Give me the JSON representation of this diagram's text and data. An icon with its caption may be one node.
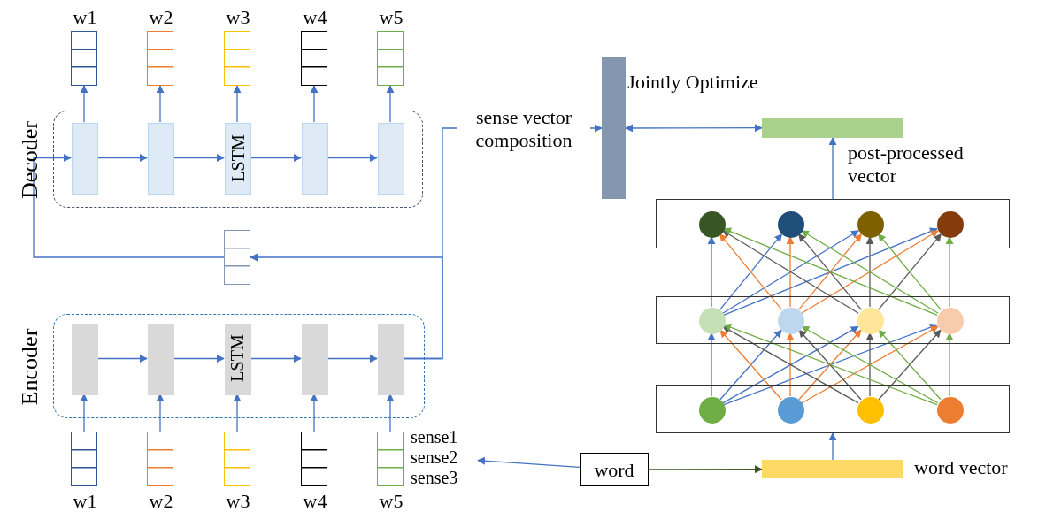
{
  "diagram": {
    "nodes": [
      {
        "text": [
          "Decoder"
        ]
      },
      {
        "text": [],
        "shape": "box",
        "in": 0
      },
      {
        "text": [],
        "shape": "box",
        "in": 0
      },
      {
        "text": [
          "LSTM"
        ],
        "in": 0
      },
      {
        "text": [],
        "shape": "box",
        "in": 0
      },
      {
        "text": [],
        "shape": "box",
        "in": 0
      },
      {
        "text": [
          "w1"
        ]
      },
      {
        "text": [
          "w2"
        ]
      },
      {
        "text": [
          "w3"
        ]
      },
      {
        "text": [
          "w4"
        ]
      },
      {
        "text": [
          "w5"
        ]
      },
      {
        "text": [
          "Encoder"
        ]
      },
      {
        "text": [],
        "shape": "box",
        "in": 11
      },
      {
        "text": [],
        "shape": "box",
        "in": 11
      },
      {
        "text": [
          "LSTM"
        ],
        "in": 11
      },
      {
        "text": [],
        "shape": "box",
        "in": 11
      },
      {
        "text": [],
        "shape": "box",
        "in": 11
      },
      {
        "text": [
          "w1"
        ]
      },
      {
        "text": [
          "w2"
        ]
      },
      {
        "text": [
          "w3"
        ]
      },
      {
        "text": [
          "w4"
        ]
      },
      {
        "text": [
          "w5"
        ]
      },
      {
        "text": [
          "sense1",
          "sense2",
          "sense3"
        ]
      },
      {
        "text": [],
        "shape": "box"
      },
      {
        "text": [],
        "shape": "bar"
      },
      {
        "text": [],
        "shape": "bar",
        "beside": [
          "post-processed vector"
        ]
      },
      {
        "text": [],
        "shape": "box"
      },
      {
        "text": [],
        "shape": "circle",
        "in": 26
      },
      {
        "text": [],
        "shape": "circle",
        "in": 26
      },
      {
        "text": [],
        "shape": "circle",
        "in": 26
      },
      {
        "text": [],
        "shape": "circle",
        "in": 26
      },
      {
        "text": [],
        "shape": "box"
      },
      {
        "text": [],
        "shape": "circle",
        "in": 31
      },
      {
        "text": [],
        "shape": "circle",
        "in": 31
      },
      {
        "text": [],
        "shape": "circle",
        "in": 31
      },
      {
        "text": [],
        "shape": "circle",
        "in": 31
      },
      {
        "text": [],
        "shape": "box"
      },
      {
        "text": [],
        "shape": "circle",
        "in": 36
      },
      {
        "text": [],
        "shape": "circle",
        "in": 36
      },
      {
        "text": [],
        "shape": "circle",
        "in": 36
      },
      {
        "text": [],
        "shape": "circle",
        "in": 36
      },
      {
        "text": [
          "word"
        ]
      },
      {
        "text": [],
        "shape": "bar",
        "beside": [
          "word vector"
        ]
      }
    ],
    "edges": [
      {
        "from": 1,
        "to": 2,
        "arrow": "to"
      },
      {
        "from": 2,
        "to": 3,
        "arrow": "to"
      },
      {
        "from": 3,
        "to": 4,
        "arrow": "to"
      },
      {
        "from": 4,
        "to": 5,
        "arrow": "to"
      },
      {
        "from": 1,
        "to": 6,
        "arrow": "to"
      },
      {
        "from": 2,
        "to": 7,
        "arrow": "to"
      },
      {
        "from": 3,
        "to": 8,
        "arrow": "to"
      },
      {
        "from": 4,
        "to": 9,
        "arrow": "to"
      },
      {
        "from": 5,
        "to": 10,
        "arrow": "to"
      },
      {
        "from": 23,
        "to": 1,
        "arrow": "to"
      },
      {
        "from": 12,
        "to": 13,
        "arrow": "to"
      },
      {
        "from": 13,
        "to": 14,
        "arrow": "to"
      },
      {
        "from": 14,
        "to": 15,
        "arrow": "to"
      },
      {
        "from": 15,
        "to": 16,
        "arrow": "to"
      },
      {
        "from": 17,
        "to": 12,
        "arrow": "to"
      },
      {
        "from": 18,
        "to": 13,
        "arrow": "to"
      },
      {
        "from": 19,
        "to": 14,
        "arrow": "to"
      },
      {
        "from": 20,
        "to": 15,
        "arrow": "to"
      },
      {
        "from": 21,
        "to": 16,
        "arrow": "to"
      },
      {
        "from": 16,
        "to": 24,
        "arrow": "to",
        "label": "sense vector composition"
      },
      {
        "from": 16,
        "to": 23,
        "arrow": "to"
      },
      {
        "from": 24,
        "to": 25,
        "arrow": "both",
        "label": "Jointly Optimize"
      },
      {
        "from": 26,
        "to": 25,
        "arrow": "to"
      },
      {
        "from": 42,
        "to": 36,
        "arrow": "to"
      },
      {
        "from": 41,
        "to": 22,
        "arrow": "to"
      },
      {
        "from": 41,
        "to": 42,
        "arrow": "to",
        "color": "#375623"
      },
      {
        "from": 32,
        "to": 27,
        "arrow": "to"
      },
      {
        "from": 32,
        "to": 28,
        "arrow": "to"
      },
      {
        "from": 32,
        "to": 29,
        "arrow": "to"
      },
      {
        "from": 32,
        "to": 30,
        "arrow": "to"
      },
      {
        "from": 33,
        "to": 27,
        "arrow": "to",
        "color": "#ed7d31"
      },
      {
        "from": 33,
        "to": 28,
        "arrow": "to",
        "color": "#ed7d31"
      },
      {
        "from": 33,
        "to": 29,
        "arrow": "to",
        "color": "#ed7d31"
      },
      {
        "from": 33,
        "to": 30,
        "arrow": "to",
        "color": "#ed7d31"
      },
      {
        "from": 34,
        "to": 27,
        "arrow": "to",
        "color": "#595959"
      },
      {
        "from": 34,
        "to": 28,
        "arrow": "to",
        "color": "#595959"
      },
      {
        "from": 34,
        "to": 29,
        "arrow": "to",
        "color": "#595959"
      },
      {
        "from": 34,
        "to": 30,
        "arrow": "to",
        "color": "#595959"
      },
      {
        "from": 35,
        "to": 27,
        "arrow": "to",
        "color": "#70ad47"
      },
      {
        "from": 35,
        "to": 28,
        "arrow": "to",
        "color": "#70ad47"
      },
      {
        "from": 35,
        "to": 29,
        "arrow": "to",
        "color": "#70ad47"
      },
      {
        "from": 35,
        "to": 30,
        "arrow": "to",
        "color": "#70ad47"
      },
      {
        "from": 37,
        "to": 32,
        "arrow": "to"
      },
      {
        "from": 37,
        "to": 33,
        "arrow": "to"
      },
      {
        "from": 37,
        "to": 34,
        "arrow": "to"
      },
      {
        "from": 37,
        "to": 35,
        "arrow": "to"
      },
      {
        "from": 38,
        "to": 32,
        "arrow": "to",
        "color": "#ed7d31"
      },
      {
        "from": 38,
        "to": 33,
        "arrow": "to",
        "color": "#ed7d31"
      },
      {
        "from": 38,
        "to": 34,
        "arrow": "to",
        "color": "#ed7d31"
      },
      {
        "from": 38,
        "to": 35,
        "arrow": "to",
        "color": "#ed7d31"
      },
      {
        "from": 39,
        "to": 32,
        "arrow": "to",
        "color": "#595959"
      },
      {
        "from": 39,
        "to": 33,
        "arrow": "to",
        "color": "#595959"
      },
      {
        "from": 39,
        "to": 34,
        "arrow": "to",
        "color": "#595959"
      },
      {
        "from": 39,
        "to": 35,
        "arrow": "to",
        "color": "#595959"
      },
      {
        "from": 40,
        "to": 32,
        "arrow": "to",
        "color": "#70ad47"
      },
      {
        "from": 40,
        "to": 33,
        "arrow": "to",
        "color": "#70ad47"
      },
      {
        "from": 40,
        "to": 34,
        "arrow": "to",
        "color": "#70ad47"
      },
      {
        "from": 40,
        "to": 35,
        "arrow": "to",
        "color": "#70ad47"
      }
    ]
  }
}
